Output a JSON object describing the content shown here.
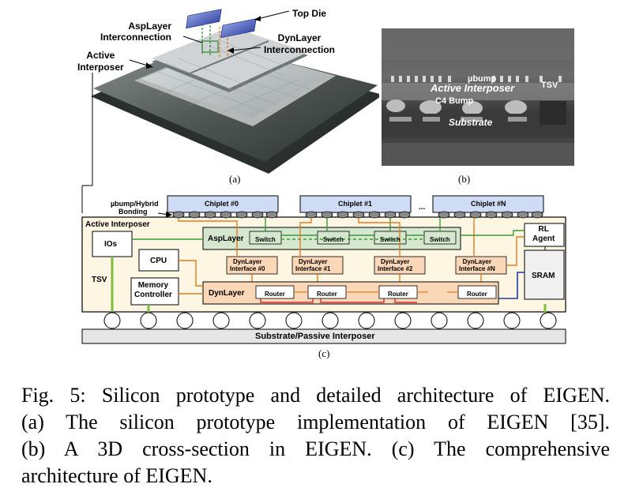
{
  "panel_a": {
    "label": "(a)",
    "top_die": "Top Die",
    "asplayer_interconnection": "AspLayer\nInterconnection",
    "dynlayer_interconnection": "DynLayer\nInterconnection",
    "active_interposer": "Active\nInterposer"
  },
  "panel_b": {
    "label": "(b)",
    "ubump": "µbump",
    "tsv": "TSV",
    "active_interposer": "Active Interposer",
    "c4_bump": "C4 Bump",
    "substrate": "Substrate"
  },
  "panel_c": {
    "label": "(c)",
    "ubump_hybrid": "µbump/Hybrid",
    "bonding": "Bonding",
    "chiplets": [
      "Chiplet #0",
      "Chiplet #1",
      "Chiplet #N"
    ],
    "chiplet_ellipsis": "...",
    "active_interposer": "Active Interposer",
    "ios": "IOs",
    "cpu": "CPU",
    "tsv": "TSV",
    "memory_controller": "Memory\nController",
    "asplayer": "AspLayer",
    "switch": "Switch",
    "dynlayer": "DynLayer",
    "router": "Router",
    "interfaces": [
      "DynLayer\nInterface #0",
      "DynLayer\nInterface #1",
      "DynLayer\nInterface #2",
      "DynLayer\nInterface #N"
    ],
    "rl_agent": "RL\nAgent",
    "sram": "SRAM",
    "substrate": "Substrate/Passive Interposer"
  },
  "caption": {
    "lines": [
      "Fig. 5: Silicon prototype and detailed architecture of EIGEN.",
      "(a) The silicon prototype implementation of EIGEN [35].",
      "(b) A 3D cross-section in EIGEN. (c) The comprehensive",
      "architecture of EIGEN."
    ]
  },
  "colors": {
    "asplayer_fill": "#d5e8cf",
    "dynlayer_fill": "#fad7b6",
    "chiplet_fill": "#cfdcf5",
    "interposer_fill": "#fdf6e3",
    "link_green": "#3a9a3a",
    "link_orange": "#e07b1e",
    "link_red": "#d01010",
    "link_blue": "#1f3d9c"
  }
}
